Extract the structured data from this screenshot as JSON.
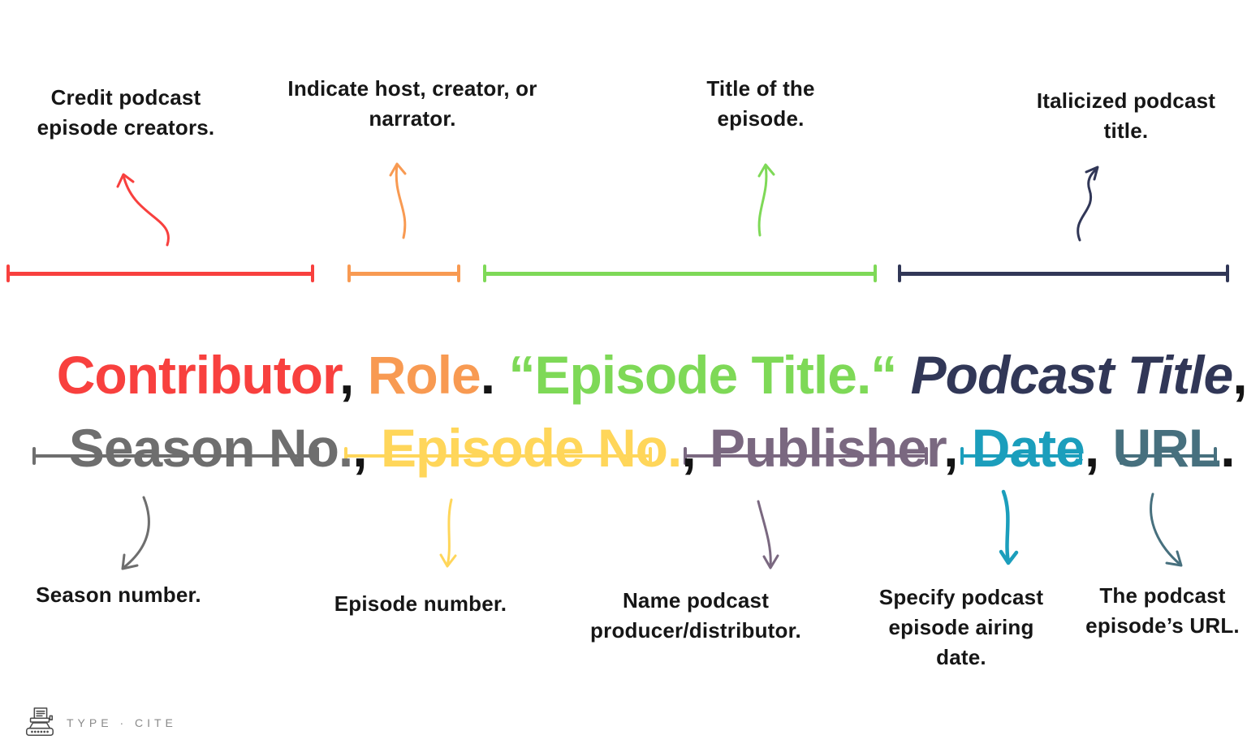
{
  "colors": {
    "red": "#F8403E",
    "orange": "#F89A52",
    "green": "#7ED957",
    "navy": "#313757",
    "gray": "#6E6E6E",
    "yellow": "#FFD65A",
    "purple": "#7A6880",
    "cyan": "#1B9EBC",
    "slate": "#47707E",
    "ink": "#141414",
    "arrow_gray": "#6E6E6E"
  },
  "annotations": {
    "top": [
      {
        "label": "Credit podcast episode creators."
      },
      {
        "label": "Indicate host, creator, or narrator."
      },
      {
        "label": "Title of the episode."
      },
      {
        "label": "Italicized podcast title."
      }
    ],
    "bottom": [
      {
        "label": "Season number."
      },
      {
        "label": "Episode number."
      },
      {
        "label": "Name podcast producer/distributor."
      },
      {
        "label": "Specify podcast episode airing date."
      },
      {
        "label": "The podcast episode’s URL."
      }
    ]
  },
  "citation": {
    "line1": {
      "contributor": "Contributor",
      "sep1": ", ",
      "role": "Role",
      "sep2": ". ",
      "episode_title": "“Episode Title.“",
      "sep3": " ",
      "podcast_title": "Podcast Title",
      "sep4": ","
    },
    "line2": {
      "season": "Season No.",
      "sep1": ", ",
      "episode_no": "Episode No.",
      "sep2": ", ",
      "publisher": "Publisher",
      "sep3": ", ",
      "date": "Date",
      "sep4": ", ",
      "url": "URL",
      "sep5": "."
    }
  },
  "logo": {
    "text": "TYPE · CITE"
  }
}
